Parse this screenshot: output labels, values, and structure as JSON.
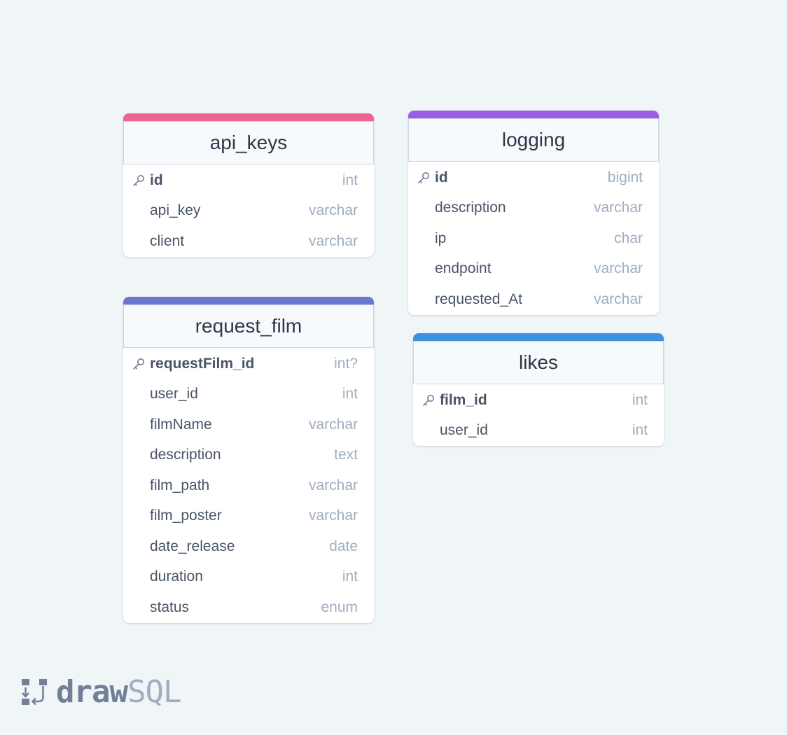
{
  "tables": {
    "api_keys": {
      "name": "api_keys",
      "accent": "#f06292",
      "columns": [
        {
          "name": "id",
          "type": "int",
          "pk": true
        },
        {
          "name": "api_key",
          "type": "varchar",
          "pk": false
        },
        {
          "name": "client",
          "type": "varchar",
          "pk": false
        }
      ]
    },
    "logging": {
      "name": "logging",
      "accent": "#9b5de5",
      "columns": [
        {
          "name": "id",
          "type": "bigint",
          "pk": true
        },
        {
          "name": "description",
          "type": "varchar",
          "pk": false
        },
        {
          "name": "ip",
          "type": "char",
          "pk": false
        },
        {
          "name": "endpoint",
          "type": "varchar",
          "pk": false
        },
        {
          "name": "requested_At",
          "type": "varchar",
          "pk": false
        }
      ]
    },
    "request_film": {
      "name": "request_film",
      "accent": "#6b78d0",
      "columns": [
        {
          "name": "requestFilm_id",
          "type": "int?",
          "pk": true
        },
        {
          "name": "user_id",
          "type": "int",
          "pk": false
        },
        {
          "name": "filmName",
          "type": "varchar",
          "pk": false
        },
        {
          "name": "description",
          "type": "text",
          "pk": false
        },
        {
          "name": "film_path",
          "type": "varchar",
          "pk": false
        },
        {
          "name": "film_poster",
          "type": "varchar",
          "pk": false
        },
        {
          "name": "date_release",
          "type": "date",
          "pk": false
        },
        {
          "name": "duration",
          "type": "int",
          "pk": false
        },
        {
          "name": "status",
          "type": "enum",
          "pk": false
        }
      ]
    },
    "likes": {
      "name": "likes",
      "accent": "#3b93e0",
      "columns": [
        {
          "name": "film_id",
          "type": "int",
          "pk": true
        },
        {
          "name": "user_id",
          "type": "int",
          "pk": false
        }
      ]
    }
  },
  "logo": {
    "draw": "draw",
    "sql": "SQL"
  },
  "icons": {
    "primary_key": "key-icon",
    "logo": "drawsql-logo-icon"
  }
}
